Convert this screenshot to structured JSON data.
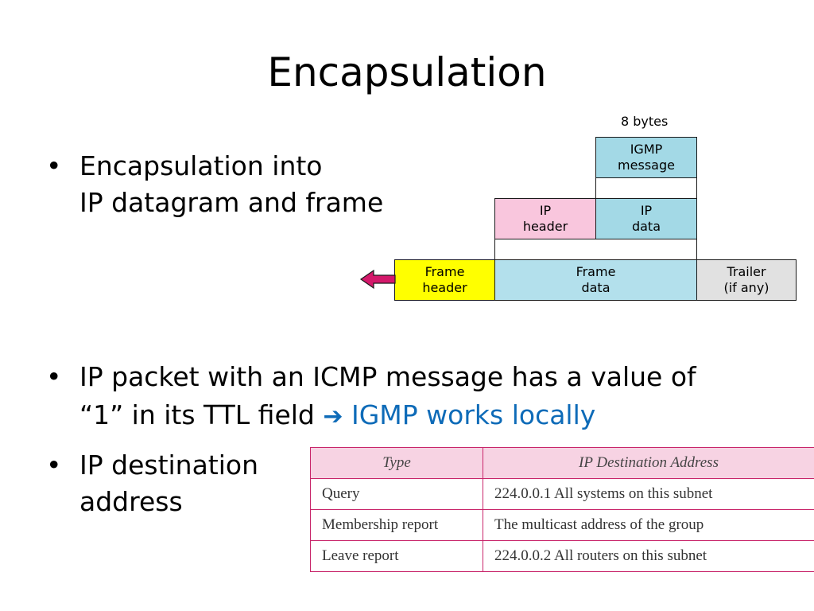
{
  "slide": {
    "title": "Encapsulation",
    "bullets": [
      {
        "lines": [
          "Encapsulation into",
          "IP datagram and frame"
        ]
      },
      {
        "line1": "IP packet with an ICMP message has a value of",
        "line2_prefix": "“1” in its TTL field",
        "arrow": "➔",
        "line2_highlight": "IGMP works locally"
      },
      {
        "lines": [
          "IP destination",
          "address"
        ]
      }
    ],
    "bullet_char": "•"
  },
  "diagram": {
    "size_label": "8 bytes",
    "igmp_message": [
      "IGMP",
      "message"
    ],
    "ip_header": [
      "IP",
      "header"
    ],
    "ip_data": [
      "IP",
      "data"
    ],
    "frame_header": [
      "Frame",
      "header"
    ],
    "frame_data": [
      "Frame",
      "data"
    ],
    "trailer": [
      "Trailer",
      "(if any)"
    ],
    "colors": {
      "igmp": "#a3d9e6",
      "ip_header": "#f9c6dd",
      "frame_header": "#ffff00",
      "frame_data": "#b3e0ec",
      "trailer": "#e1e1e1",
      "arrow": "#d4196b"
    }
  },
  "table": {
    "headers": [
      "Type",
      "IP Destination Address"
    ],
    "rows": [
      [
        "Query",
        "224.0.0.1 All systems on this subnet"
      ],
      [
        "Membership report",
        "The multicast address of the group"
      ],
      [
        "Leave report",
        "224.0.0.2 All routers on this subnet"
      ]
    ]
  }
}
